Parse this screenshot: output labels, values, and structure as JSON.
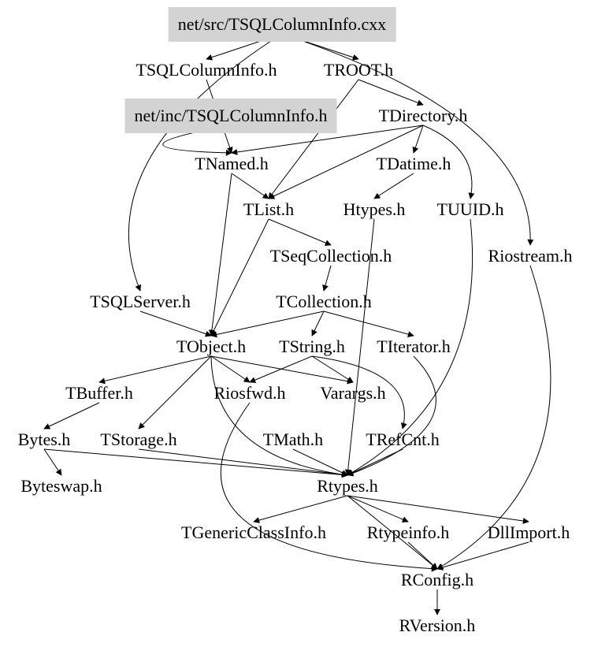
{
  "colors": {
    "highlight_fill": "#d3d3d3",
    "edge": "#000000",
    "text": "#000000"
  },
  "nodes": [
    {
      "id": "cxx",
      "label": "net/src/TSQLColumnInfo.cxx",
      "highlighted": true
    },
    {
      "id": "colinfo_h",
      "label": "TSQLColumnInfo.h"
    },
    {
      "id": "troot",
      "label": "TROOT.h"
    },
    {
      "id": "netinc",
      "label": "net/inc/TSQLColumnInfo.h",
      "highlighted": true
    },
    {
      "id": "tdirectory",
      "label": "TDirectory.h"
    },
    {
      "id": "tnamed",
      "label": "TNamed.h"
    },
    {
      "id": "tdatime",
      "label": "TDatime.h"
    },
    {
      "id": "tlist",
      "label": "TList.h"
    },
    {
      "id": "htypes",
      "label": "Htypes.h"
    },
    {
      "id": "tuuid",
      "label": "TUUID.h"
    },
    {
      "id": "riostream",
      "label": "Riostream.h"
    },
    {
      "id": "tseqcoll",
      "label": "TSeqCollection.h"
    },
    {
      "id": "tsqlserver",
      "label": "TSQLServer.h"
    },
    {
      "id": "tcollection",
      "label": "TCollection.h"
    },
    {
      "id": "tobject",
      "label": "TObject.h"
    },
    {
      "id": "tstring",
      "label": "TString.h"
    },
    {
      "id": "titerator",
      "label": "TIterator.h"
    },
    {
      "id": "tbuffer",
      "label": "TBuffer.h"
    },
    {
      "id": "riosfwd",
      "label": "Riosfwd.h"
    },
    {
      "id": "varargs",
      "label": "Varargs.h"
    },
    {
      "id": "bytes",
      "label": "Bytes.h"
    },
    {
      "id": "tstorage",
      "label": "TStorage.h"
    },
    {
      "id": "tmath",
      "label": "TMath.h"
    },
    {
      "id": "trefcnt",
      "label": "TRefCnt.h"
    },
    {
      "id": "byteswap",
      "label": "Byteswap.h"
    },
    {
      "id": "rtypes",
      "label": "Rtypes.h"
    },
    {
      "id": "tgeneric",
      "label": "TGenericClassInfo.h"
    },
    {
      "id": "rtypeinfo",
      "label": "Rtypeinfo.h"
    },
    {
      "id": "dllimport",
      "label": "DllImport.h"
    },
    {
      "id": "rconfig",
      "label": "RConfig.h"
    },
    {
      "id": "rversion",
      "label": "RVersion.h"
    }
  ],
  "edges": [
    [
      "cxx",
      "colinfo_h"
    ],
    [
      "cxx",
      "troot"
    ],
    [
      "cxx",
      "tsqlserver"
    ],
    [
      "cxx",
      "riostream"
    ],
    [
      "colinfo_h",
      "tnamed"
    ],
    [
      "troot",
      "tdirectory"
    ],
    [
      "troot",
      "tlist"
    ],
    [
      "netinc",
      "tnamed"
    ],
    [
      "tdirectory",
      "tnamed"
    ],
    [
      "tdirectory",
      "tdatime"
    ],
    [
      "tdirectory",
      "tuuid"
    ],
    [
      "tdirectory",
      "tlist"
    ],
    [
      "tdatime",
      "htypes"
    ],
    [
      "tnamed",
      "tlist"
    ],
    [
      "tnamed",
      "tobject"
    ],
    [
      "tlist",
      "tseqcoll"
    ],
    [
      "tlist",
      "tobject"
    ],
    [
      "tseqcoll",
      "tcollection"
    ],
    [
      "tcollection",
      "tobject"
    ],
    [
      "tcollection",
      "tstring"
    ],
    [
      "tcollection",
      "titerator"
    ],
    [
      "tsqlserver",
      "tobject"
    ],
    [
      "tobject",
      "tbuffer"
    ],
    [
      "tobject",
      "riosfwd"
    ],
    [
      "tobject",
      "tstorage"
    ],
    [
      "tobject",
      "rtypes"
    ],
    [
      "tobject",
      "varargs"
    ],
    [
      "tstring",
      "riosfwd"
    ],
    [
      "tstring",
      "varargs"
    ],
    [
      "tstring",
      "trefcnt"
    ],
    [
      "tbuffer",
      "bytes"
    ],
    [
      "bytes",
      "byteswap"
    ],
    [
      "bytes",
      "rtypes"
    ],
    [
      "tstorage",
      "rtypes"
    ],
    [
      "htypes",
      "rtypes"
    ],
    [
      "tuuid",
      "rtypes"
    ],
    [
      "titerator",
      "rtypes"
    ],
    [
      "tmath",
      "rtypes"
    ],
    [
      "trefcnt",
      "rtypes"
    ],
    [
      "rtypes",
      "tgeneric"
    ],
    [
      "rtypes",
      "rtypeinfo"
    ],
    [
      "rtypes",
      "dllimport"
    ],
    [
      "rtypes",
      "rconfig"
    ],
    [
      "rtypeinfo",
      "rconfig"
    ],
    [
      "dllimport",
      "rconfig"
    ],
    [
      "riostream",
      "rconfig"
    ],
    [
      "riosfwd",
      "rconfig"
    ],
    [
      "rconfig",
      "rversion"
    ]
  ]
}
